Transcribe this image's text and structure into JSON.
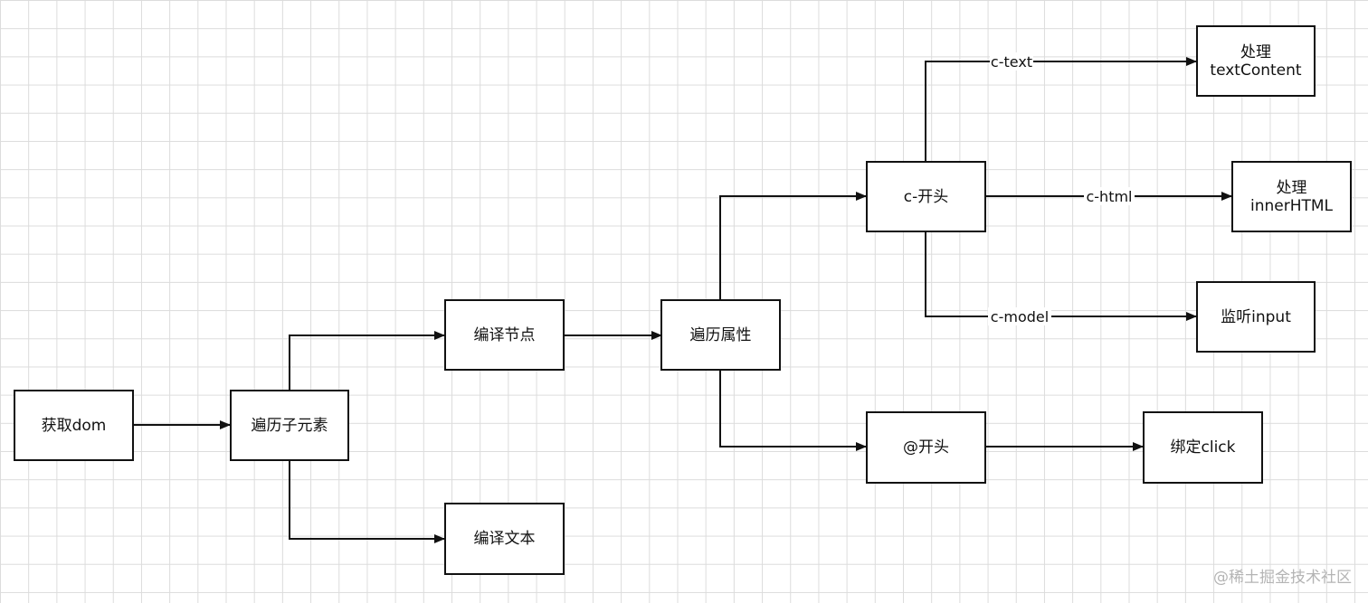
{
  "nodes": {
    "get_dom": "获取dom",
    "traverse_children": "遍历子元素",
    "compile_node": "编译节点",
    "compile_text": "编译文本",
    "traverse_attrs": "遍历属性",
    "c_prefix": "c-开头",
    "at_prefix": "@开头",
    "handle_text": [
      "处理",
      "textContent"
    ],
    "handle_html": [
      "处理",
      "innerHTML"
    ],
    "listen_input": "监听input",
    "bind_click": "绑定click"
  },
  "edge_labels": {
    "c_text": "c-text",
    "c_html": "c-html",
    "c_model": "c-model"
  },
  "watermark": "@稀土掘金技术社区"
}
